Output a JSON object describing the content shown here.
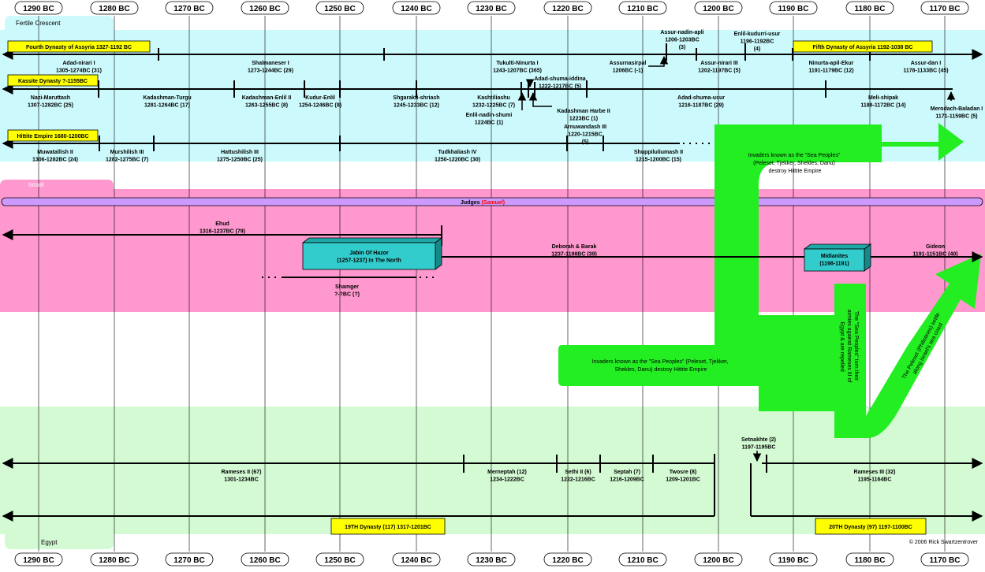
{
  "years": [
    "1290 BC",
    "1280 BC",
    "1270 BC",
    "1260 BC",
    "1250 BC",
    "1240 BC",
    "1230 BC",
    "1220 BC",
    "1210 BC",
    "1200 BC",
    "1190 BC",
    "1180 BC",
    "1170 BC"
  ],
  "regions": {
    "fertile_crescent": "Fertile Crescent",
    "israel": "Israel",
    "egypt": "Egypt",
    "judges": "Judges",
    "judges_sub": "(Samuel)"
  },
  "dynasty_labels": {
    "assyria4": "Fourth Dynasty of  Assyria 1327-1192 BC",
    "assyria5": "Fifth Dynasty of  Assyria 1192-1038 BC",
    "kassite": "Kassite Dynasty ?-1155BC",
    "hittite": "Hittite Empire 1680-1200BC",
    "egypt19": "19TH Dynasty (117) 1317-1201BC",
    "egypt20": "20TH Dynasty (97) 1197-1100BC"
  },
  "rulers": {
    "adad1": [
      "Adad-nirari I",
      "1305-1274BC (31)"
    ],
    "shalm": [
      "Shalmaneser I",
      "1273-1244BC (29)"
    ],
    "tukulti": [
      "Tukulti-Ninurta I",
      "1243-1207BC (365)"
    ],
    "assurnadin": [
      "Assur-nadin-apli",
      "1206-1203BC",
      "(3)"
    ],
    "assurnasir": [
      "Assurnasirpal",
      "1206BC (-1)"
    ],
    "assurnirari3": [
      "Assur-nirari III",
      "1202-1197BC (5)"
    ],
    "enlilkud": [
      "Enlil-kudurri-usur",
      "1196-1192BC",
      "(4)"
    ],
    "ninurta": [
      "Ninurta-apil-Ekur",
      "1191-1179BC (12)"
    ],
    "assurdan": [
      "Assur-dan I",
      "1178-1133BC (45)"
    ],
    "nazi": [
      "Nazi-Maruttash",
      "1307-1282BC (25)"
    ],
    "kadturgu": [
      "Kadashman-Turgu",
      "1281-1264BC (17)"
    ],
    "kadenlil": [
      "Kadashman-Enlil II",
      "1263-1255BC (8)"
    ],
    "kudur": [
      "Kudur-Enlil",
      "1254-1246BC (8)"
    ],
    "shgar": [
      "Shgarakti-shriash",
      "1245-1233BC (12)"
    ],
    "kasht": [
      "Kashtiliashu",
      "1232-1225BC (7)"
    ],
    "enlilnadin": [
      "Enlil-nadin-shumi",
      "1224BC (1)"
    ],
    "kadharbe": [
      "Kadashman Harbe II",
      "1223BC (1)"
    ],
    "adadshuma": [
      "Adad-shuma-iddina",
      "1222-1217BC (5)"
    ],
    "adadusur": [
      "Adad-shuma-usur",
      "1216-1187BC (29)"
    ],
    "melishipak": [
      "Meli-shipak",
      "1186-1172BC (14)"
    ],
    "merodach": [
      "Merodach-Baladan I",
      "1171-1159BC (5)"
    ],
    "muwat": [
      "Muwatallish II",
      "1306-1282BC (24)"
    ],
    "mursh": [
      "Murshilish III",
      "1282-1275BC (7)"
    ],
    "hattu": [
      "Hattushilish III",
      "1275-1250BC (25)"
    ],
    "tudh": [
      "Tudkhaliash IV",
      "1250-1220BC (30)"
    ],
    "arnu": [
      "Arnuwandash III",
      "1220-1215BC",
      "(5)"
    ],
    "shupp": [
      "Shuppiluliumash II",
      "1215-1200BC (15)"
    ],
    "ehud": [
      "Ehud",
      "1316-1237BC (79)"
    ],
    "jabin": [
      "Jabin Of Hazor",
      "(1257-1237) In The North"
    ],
    "deborah": [
      "Deborah & Barak",
      "1237-1198BC (39)"
    ],
    "midian": [
      "Midianites",
      "(1198-1191)"
    ],
    "gideon": [
      "Gideon",
      "1191-1151BC (40)"
    ],
    "shamger": [
      "Shamger",
      "?-?BC (?)"
    ],
    "rameses2": [
      "Rameses II (67)",
      "1301-1234BC"
    ],
    "merneptah": [
      "Merneptah (12)",
      "1234-1222BC"
    ],
    "sethi2": [
      "Sethi II (6)",
      "1222-1216BC"
    ],
    "septah": [
      "Septah (7)",
      "1216-1209BC"
    ],
    "twosre": [
      "Twosre (8)",
      "1209-1201BC"
    ],
    "setnakhte": [
      "Setnakhte (2)",
      "1197-1195BC"
    ],
    "rameses3": [
      "Rameses III (32)",
      "1195-1164BC"
    ]
  },
  "sea_peoples": {
    "upper": [
      "Invaders known as the \"Sea Peoples\"",
      "(Peleset, Tjekker, Shekles, Danu)",
      "destroy Hittite Empire"
    ],
    "lower": [
      "Invaders known as the \"Sea Peoples\" (Peleset, Tjekker,",
      "Shekles, Danu) destroy Hittite Empire"
    ],
    "egypt": [
      "The \"Sea Peoples\" turn their",
      "armies against Rameses III of",
      "Egypt & are repelled"
    ],
    "philistines": [
      "The Peleset (Philistines) settle",
      "along Israel's sea coast"
    ]
  },
  "copyright": "© 2006 Rick Swartzentrover",
  "colors": {
    "crescent": "#ccfafc",
    "israel": "#fe98ce",
    "egypt": "#d3fad3",
    "judges_bar": "#cc99ff",
    "dynasty_box": "#ffff00",
    "judge_box": "#33cccc",
    "arrow": "#22ee22",
    "samuel": "#ff0000"
  }
}
